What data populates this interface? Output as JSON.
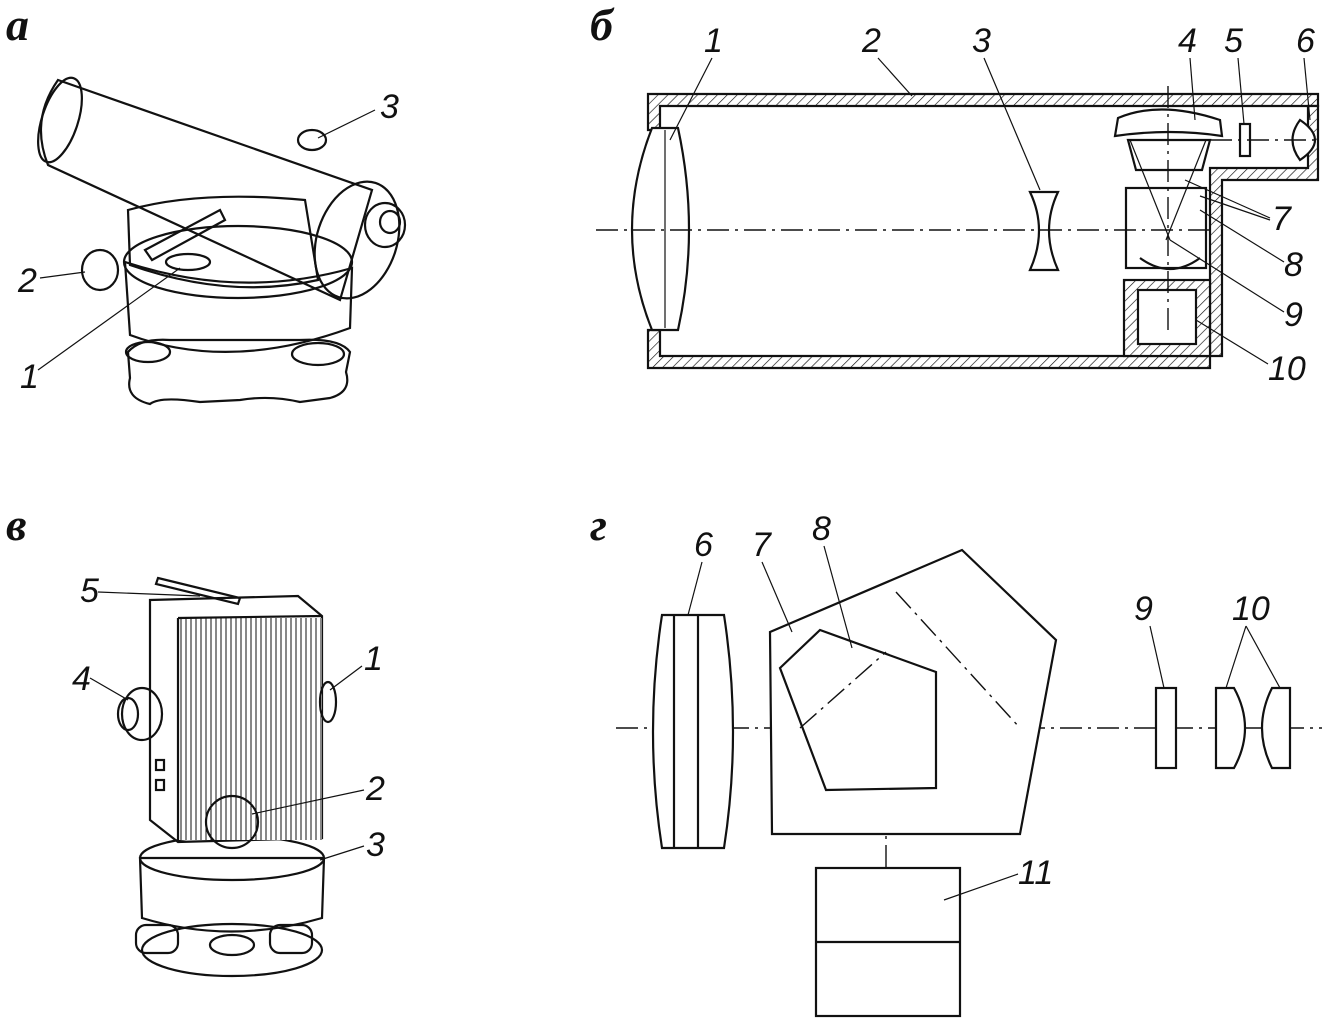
{
  "panels": {
    "a": {
      "letter": "а",
      "labels": [
        "1",
        "2",
        "3"
      ]
    },
    "b": {
      "letter": "б",
      "labels": [
        "1",
        "2",
        "3",
        "4",
        "5",
        "6",
        "7",
        "8",
        "9",
        "10"
      ]
    },
    "v": {
      "letter": "в",
      "labels": [
        "1",
        "2",
        "3",
        "4",
        "5"
      ]
    },
    "g": {
      "letter": "г",
      "labels": [
        "6",
        "7",
        "8",
        "9",
        "10",
        "11"
      ]
    }
  }
}
